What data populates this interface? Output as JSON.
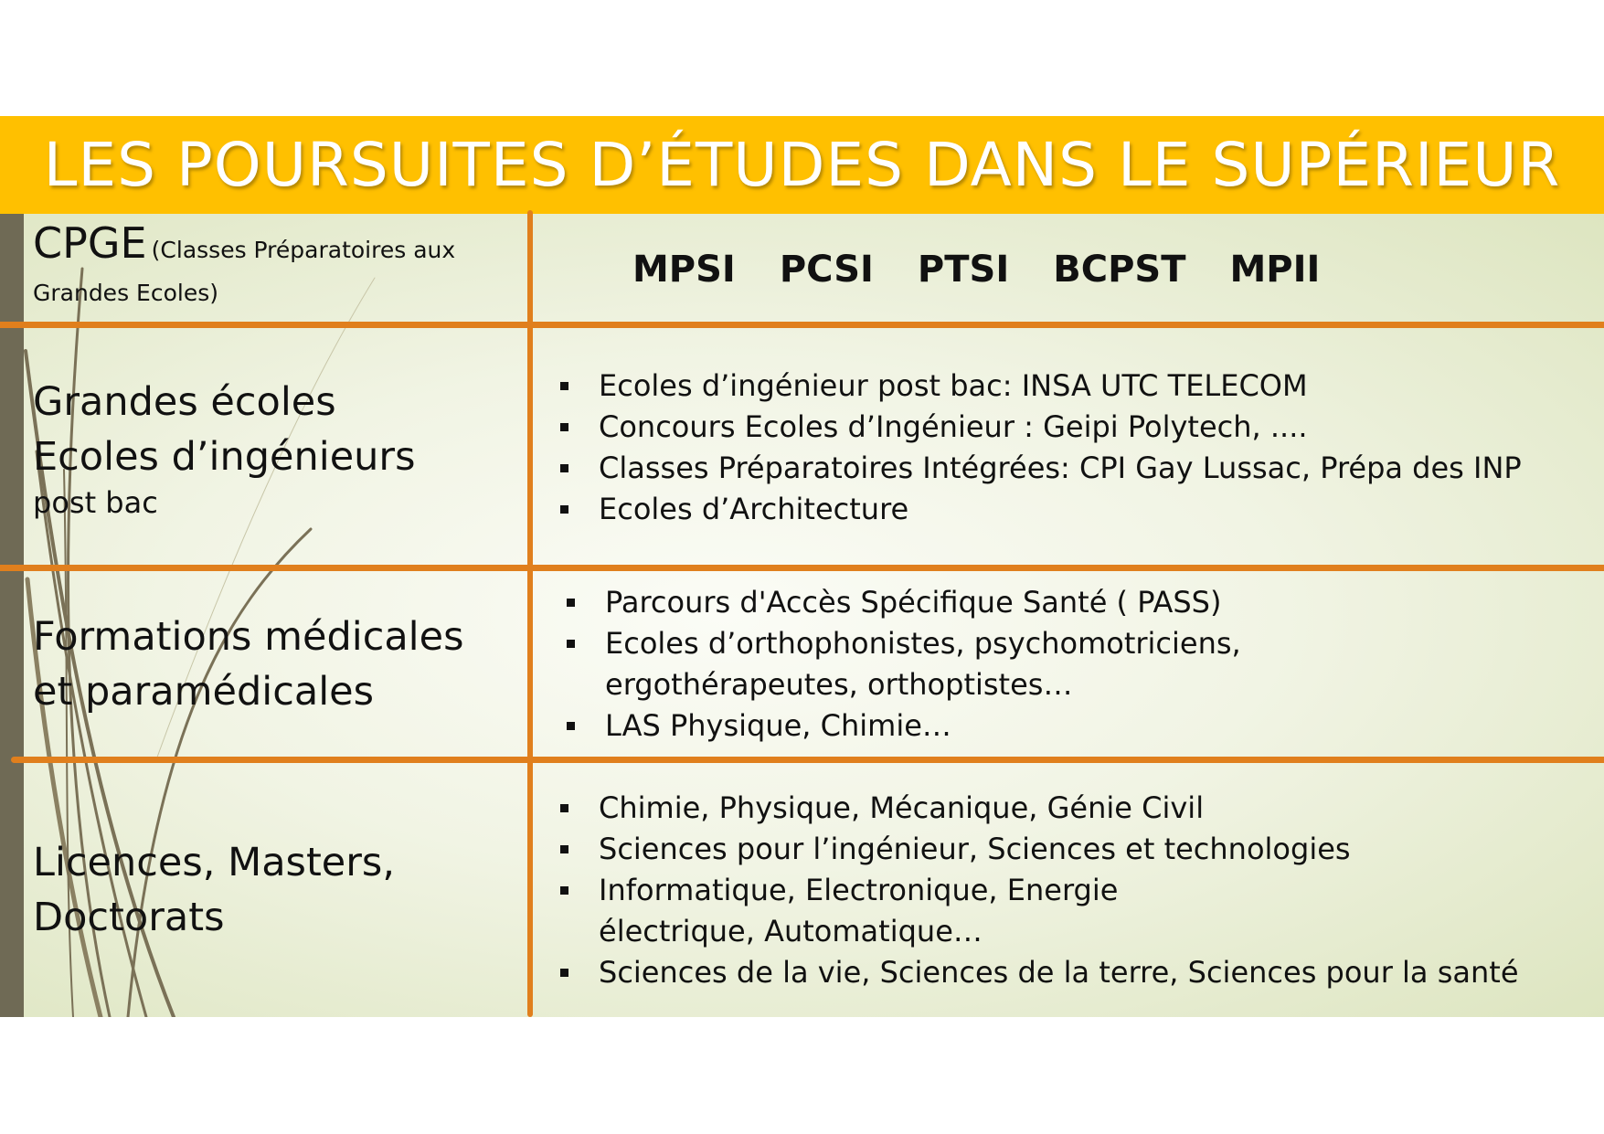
{
  "title": "LES POURSUITES D’ÉTUDES DANS LE SUPÉRIEUR",
  "rows": [
    {
      "label_main": "CPGE",
      "label_note": "(Classes Préparatoires aux Grandes Ecoles)",
      "classes": [
        "MPSI",
        "PCSI",
        "PTSI",
        "BCPST",
        "MPII"
      ]
    },
    {
      "label_lines": [
        "Grandes écoles",
        "Ecoles d’ingénieurs"
      ],
      "label_sub": "post bac",
      "items": [
        "Ecoles d’ingénieur post bac: INSA  UTC  TELECOM",
        "Concours Ecoles d’Ingénieur : Geipi Polytech, ....",
        "Classes Préparatoires Intégrées:  CPI Gay Lussac, Prépa des INP",
        "Ecoles d’Architecture"
      ]
    },
    {
      "label_lines": [
        "Formations médicales",
        "et  paramédicales"
      ],
      "items": [
        "Parcours d'Accès Spécifique Santé ( PASS)",
        "Ecoles d’orthophonistes, psychomotriciens, ergothérapeutes, orthoptistes…",
        "LAS Physique, Chimie…"
      ]
    },
    {
      "label_lines": [
        "Licences, Masters,",
        "Doctorats"
      ],
      "items": [
        "Chimie, Physique, Mécanique, Génie Civil",
        "Sciences pour l’ingénieur, Sciences et technologies",
        "Informatique, Electronique, Energie électrique, Automatique…",
        " Sciences de la vie, Sciences de la terre, Sciences pour la santé"
      ]
    }
  ],
  "colors": {
    "banner": "#ffc000",
    "lines": "#e07f1d",
    "strip": "#6f6a55"
  }
}
